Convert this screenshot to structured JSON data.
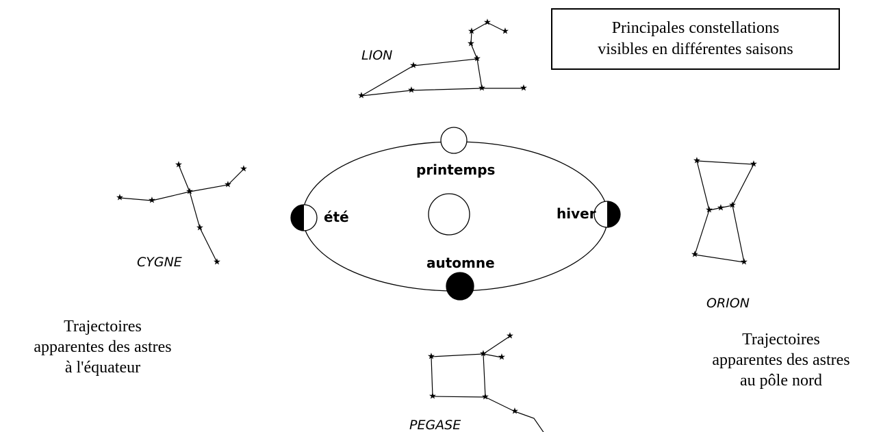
{
  "title": {
    "line1": "Principales constellations",
    "line2": "visibles en différentes saisons"
  },
  "constellations": {
    "lion": "LION",
    "cygne": "CYGNE",
    "orion": "ORION",
    "pegase": "PEGASE"
  },
  "seasons": {
    "printemps": "printemps",
    "ete": "été",
    "hiver": "hiver",
    "automne": "automne"
  },
  "captions": {
    "left": {
      "line1": "Trajectoires",
      "line2": "apparentes des astres",
      "line3": "à l'équateur"
    },
    "right": {
      "line1": "Trajectoires",
      "line2": "apparentes des astres",
      "line3": "au pôle nord"
    }
  },
  "icons": {
    "star": "star-icon",
    "sun": "sun-icon",
    "earth": "earth-icon"
  }
}
